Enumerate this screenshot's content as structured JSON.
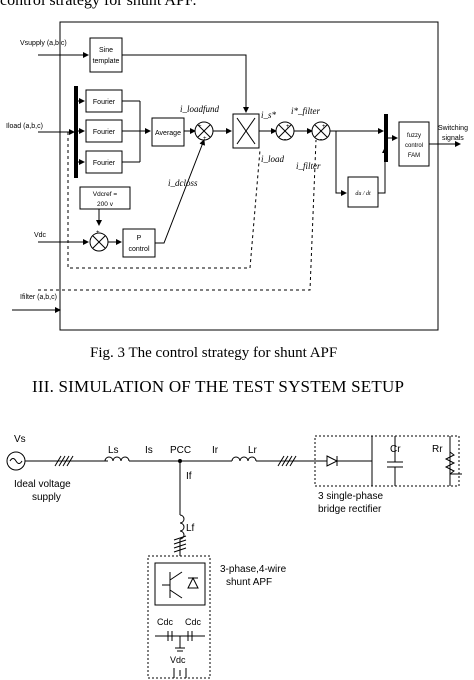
{
  "header_fragment": "control strategy for shunt APF.",
  "figure1": {
    "inputs": {
      "vsupply": "Vsupply (a,b,c)",
      "iload": "Iload (a,b,c)",
      "vdc": "Vdc",
      "ifilter": "Ifilter (a,b,c)"
    },
    "blocks": {
      "sine_template": "Sine template",
      "fourier1": "Fourier",
      "fourier2": "Fourier",
      "fourier3": "Fourier",
      "average": "Average",
      "vdcref": "Vdcref = 200 v",
      "p_control": "P control",
      "dudt": "du / dt",
      "fuzzy": "fuzzy control FAM"
    },
    "signals": {
      "iloadfund": "i_loadfund",
      "idcloss": "i_dcloss",
      "is_star": "i_s*",
      "iload": "i_load",
      "ifilter_star": "i*_filter",
      "ifilter": "i_filter",
      "switching": "Switching signals"
    },
    "caption": "Fig. 3 The control strategy for shunt APF"
  },
  "section_heading": "III.   SIMULATION OF THE TEST SYSTEM SETUP",
  "figure2": {
    "vs": "Vs",
    "ideal_supply": "Ideal voltage supply",
    "ls": "Ls",
    "is": "Is",
    "pcc": "PCC",
    "ir": "Ir",
    "lr": "Lr",
    "if": "If",
    "lf": "Lf",
    "cr": "Cr",
    "rr": "Rr",
    "rectifier": "3 single-phase bridge rectifier",
    "apf": "3-phase,4-wire shunt APF",
    "cdc1": "Cdc",
    "cdc2": "Cdc",
    "vdc": "Vdc"
  }
}
